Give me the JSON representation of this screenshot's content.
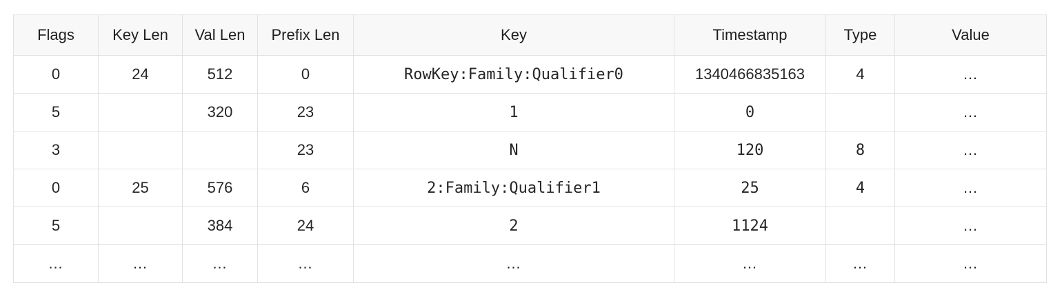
{
  "table": {
    "name": "hfile-key-value-layout-table",
    "columns": [
      {
        "key": "flags",
        "label": "Flags"
      },
      {
        "key": "key_len",
        "label": "Key Len"
      },
      {
        "key": "val_len",
        "label": "Val Len"
      },
      {
        "key": "prefix_len",
        "label": "Prefix Len"
      },
      {
        "key": "key",
        "label": "Key"
      },
      {
        "key": "timestamp",
        "label": "Timestamp"
      },
      {
        "key": "type",
        "label": "Type"
      },
      {
        "key": "value",
        "label": "Value"
      }
    ],
    "ellipsis": "…",
    "rows": [
      {
        "flags": "0",
        "key_len": "24",
        "val_len": "512",
        "prefix_len": "0",
        "key": "RowKey:Family:Qualifier0",
        "timestamp": "1340466835163",
        "type": "4",
        "value": "…"
      },
      {
        "flags": "5",
        "key_len": "",
        "val_len": "320",
        "prefix_len": "23",
        "key": "1",
        "timestamp": "0",
        "type": "",
        "value": "…"
      },
      {
        "flags": "3",
        "key_len": "",
        "val_len": "",
        "prefix_len": "23",
        "key": "N",
        "timestamp": "120",
        "type": "8",
        "value": "…"
      },
      {
        "flags": "0",
        "key_len": "25",
        "val_len": "576",
        "prefix_len": "6",
        "key": "2:Family:Qualifier1",
        "timestamp": "25",
        "type": "4",
        "value": "…"
      },
      {
        "flags": "5",
        "key_len": "",
        "val_len": "384",
        "prefix_len": "24",
        "key": "2",
        "timestamp": "1124",
        "type": "",
        "value": "…"
      },
      {
        "flags": "…",
        "key_len": "…",
        "val_len": "…",
        "prefix_len": "…",
        "key": "…",
        "timestamp": "…",
        "type": "…",
        "value": "…"
      }
    ]
  },
  "colors": {
    "header_background": "#f8f8f8",
    "border": "#e2e2e2",
    "empty_cell_background": "#f5f5f5",
    "text": "#262626",
    "muted_text": "#5a5a5a",
    "page_background": "#ffffff"
  }
}
